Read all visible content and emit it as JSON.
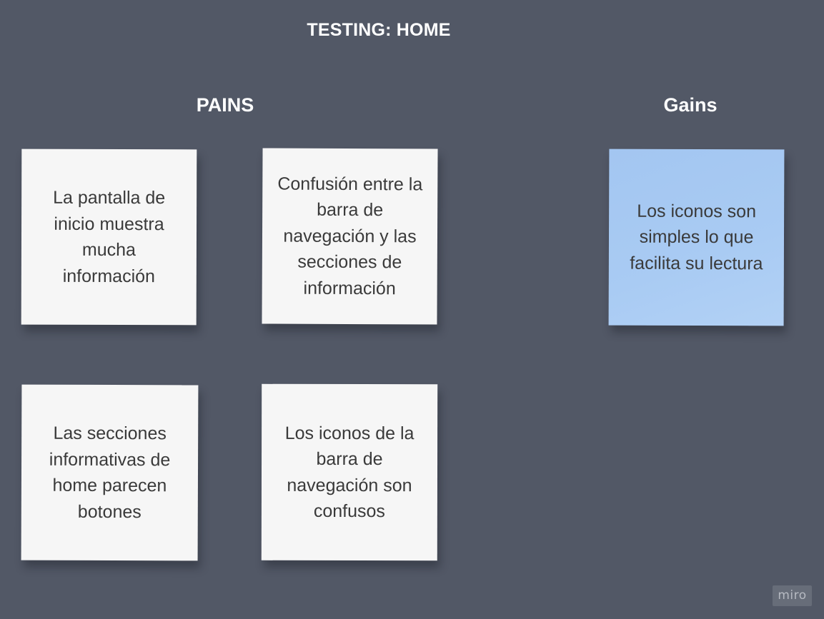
{
  "board": {
    "title": "TESTING: HOME"
  },
  "columns": {
    "pains": "PAINS",
    "gains": "Gains"
  },
  "notes": [
    {
      "text": "La pantalla de inicio muestra mucha información",
      "color": "#f6f6f6",
      "column": "pains"
    },
    {
      "text": "Confusión entre la barra de navegación y las secciones de información",
      "color": "#f6f6f6",
      "column": "pains"
    },
    {
      "text": "Los iconos son simples lo que facilita su lectura",
      "color": "#a6c8f2",
      "column": "gains"
    },
    {
      "text": "Las secciones informativas de home parecen botones",
      "color": "#f6f6f6",
      "column": "pains"
    },
    {
      "text": "Los iconos de la barra de navegación son confusos",
      "color": "#f6f6f6",
      "column": "pains"
    }
  ],
  "watermark": "miro",
  "colors": {
    "background": "#525866",
    "text_light": "#ffffff",
    "note_text": "#3a3a3a"
  }
}
